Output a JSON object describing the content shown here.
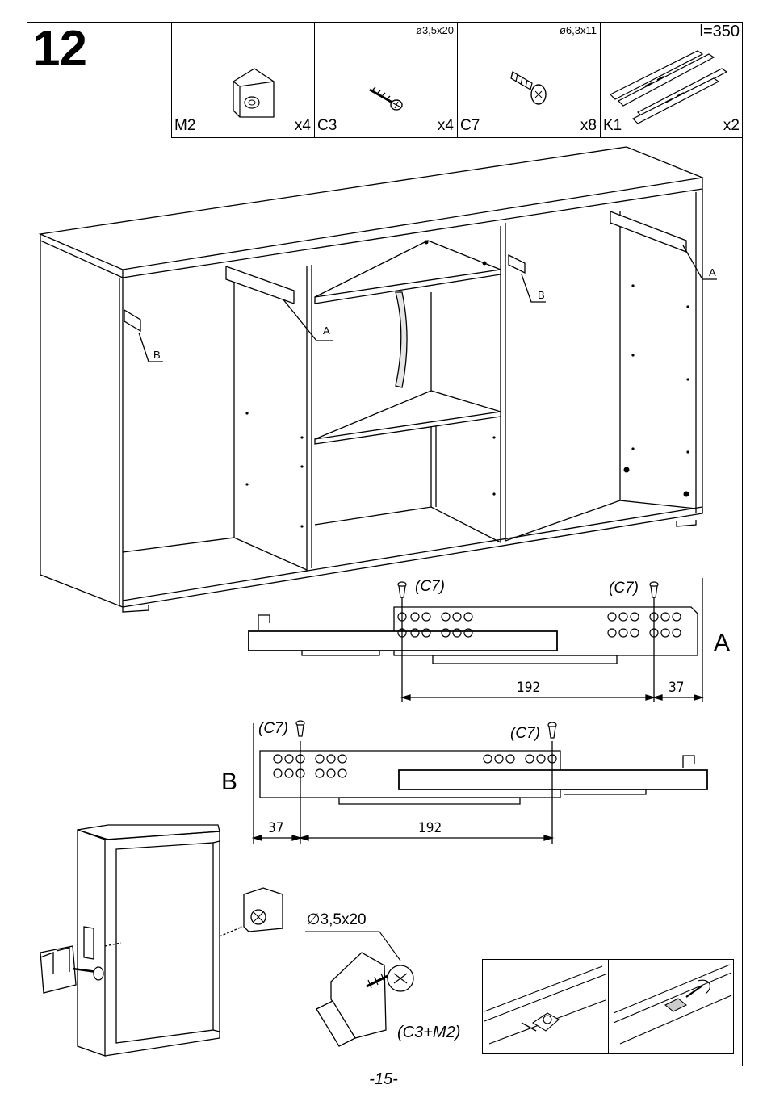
{
  "step_number": "12",
  "hardware": [
    {
      "code": "M2",
      "qty": "x4",
      "spec": "",
      "icon": "corner-bracket-icon"
    },
    {
      "code": "C3",
      "qty": "x4",
      "spec": "ø3,5x20",
      "icon": "wood-screw-icon"
    },
    {
      "code": "C7",
      "qty": "x8",
      "spec": "ø6,3x11",
      "icon": "euro-screw-icon"
    },
    {
      "code": "K1",
      "qty": "x2",
      "spec": "l=350",
      "icon": "drawer-runner-icon"
    }
  ],
  "callouts": {
    "a1": "A",
    "a2": "A",
    "b1": "B",
    "b2": "B"
  },
  "detail_a": {
    "letter": "A",
    "tag_left": "(C7)",
    "tag_right": "(C7)",
    "dim_main": "192",
    "dim_end": "37"
  },
  "detail_b": {
    "letter": "B",
    "tag_left": "(C7)",
    "tag_right": "(C7)",
    "dim_main": "192",
    "dim_end": "37"
  },
  "screw_spec": "∅3,5x20",
  "combo_label": "(C3+M2)",
  "page_number": "-15-"
}
